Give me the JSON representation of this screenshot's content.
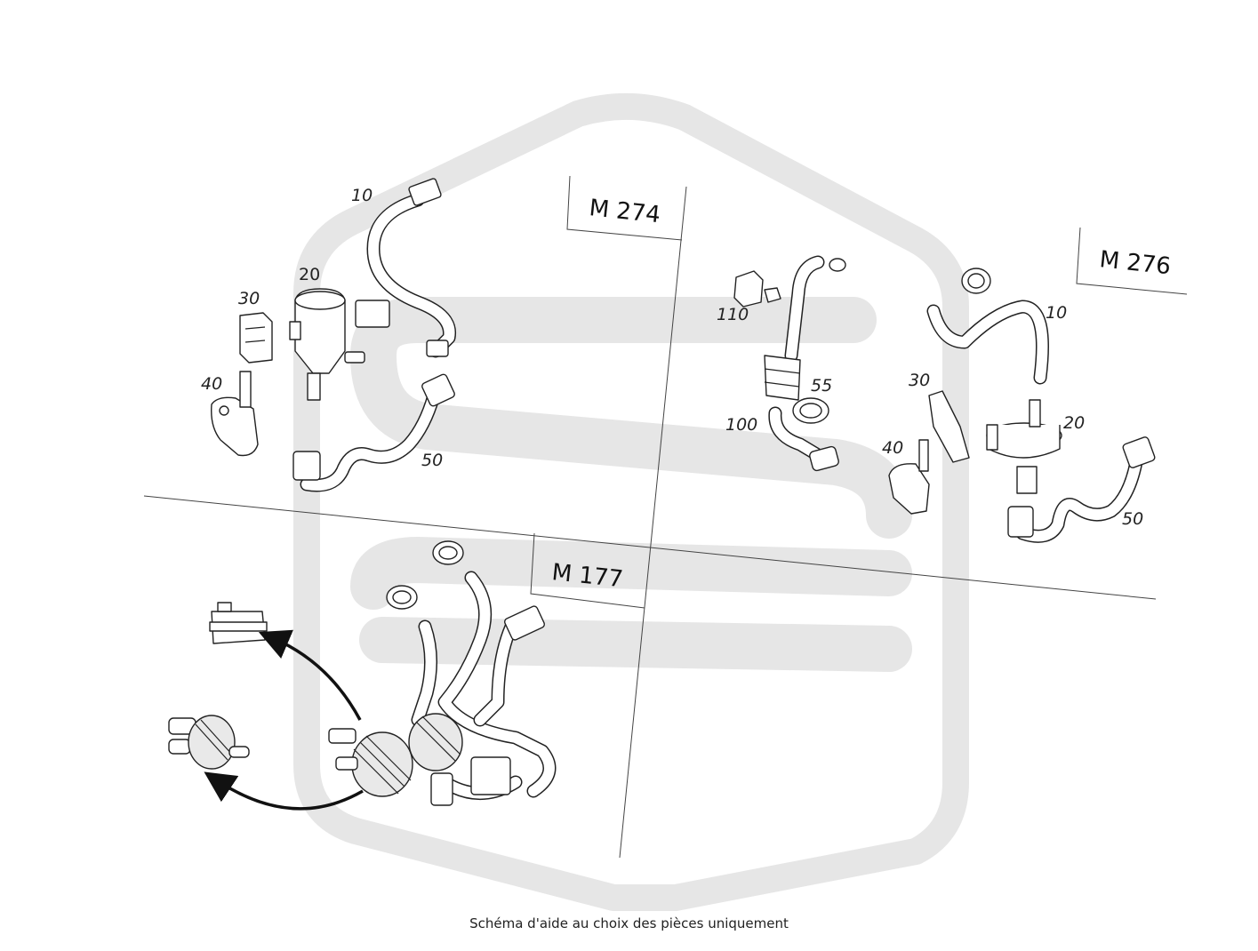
{
  "title_engines": {
    "m274": "M 274",
    "m276": "M 276",
    "m177": "M 177"
  },
  "parts_m274": {
    "p10": "10",
    "p20": "20",
    "p30": "30",
    "p40": "40",
    "p50": "50"
  },
  "parts_m276_left": {
    "p110": "110",
    "p55": "55",
    "p100": "100"
  },
  "parts_m276": {
    "p10": "10",
    "p20": "20",
    "p30": "30",
    "p40": "40",
    "p50": "50"
  },
  "caption": "Schéma d'aide au choix des pièces uniquement",
  "colors": {
    "watermark": "#e6e6e6",
    "line": "#222222",
    "background": "#ffffff"
  }
}
